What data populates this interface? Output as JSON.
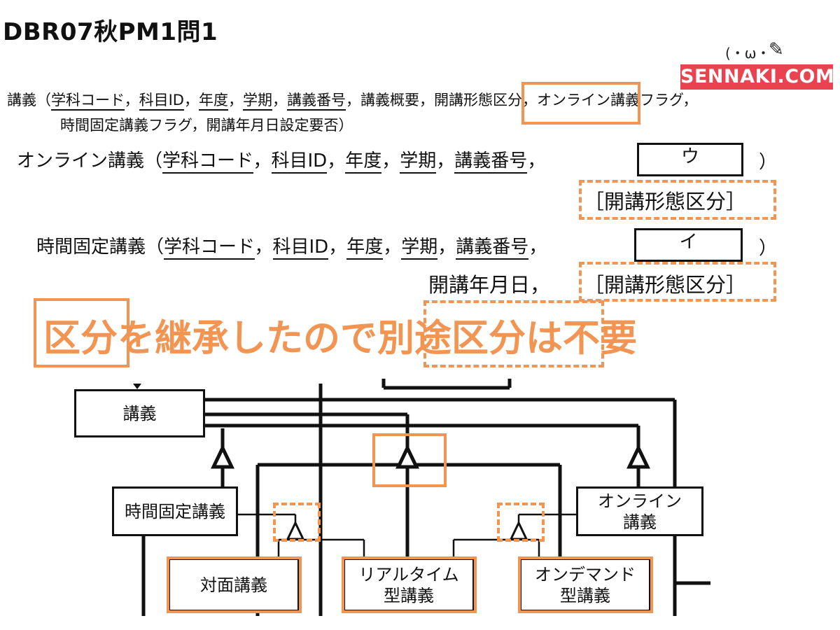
{
  "header": {
    "title": "DBR07秋PM1問1",
    "brand": "SENNAKI.COM",
    "mascot_face": "(・ω・"
  },
  "relations": {
    "lecture_line1": [
      "講義（",
      "学科コード",
      "，",
      "科目ID",
      "，",
      "年度",
      "，",
      "学期",
      "，",
      "講義番号",
      "，講義概要，",
      "開講形態区分",
      "，オンライン講義フラグ，"
    ],
    "lecture_line2": "時間固定講義フラグ，開講年月日設定要否）",
    "online": {
      "name": "オンライン講義（",
      "keys": [
        "学科コード",
        "科目ID",
        "年度",
        "学期",
        "講義番号"
      ],
      "sep": "，",
      "blank": "ウ",
      "close": "）",
      "inherited": "［開講形態区分］"
    },
    "fixed": {
      "name": "時間固定講義（",
      "keys": [
        "学科コード",
        "科目ID",
        "年度",
        "学期",
        "講義番号"
      ],
      "sep": "，",
      "blank": "イ",
      "close": "）",
      "extra": "開講年月日，",
      "inherited": "［開講形態区分］"
    }
  },
  "annotation": {
    "part1": "区分",
    "part2": "を継承したので",
    "part3": "別途区分",
    "part4": "は不要"
  },
  "entities": {
    "lecture": "講義",
    "fixed": "時間固定講義",
    "online": [
      "オンライン",
      "講義"
    ],
    "face_to_face": "対面講義",
    "realtime": [
      "リアルタイム",
      "型講義"
    ],
    "ondemand": [
      "オンデマンド",
      "型講義"
    ]
  },
  "colors": {
    "highlight": "#f29452",
    "brand": "#e8434f",
    "ink": "#111111"
  }
}
